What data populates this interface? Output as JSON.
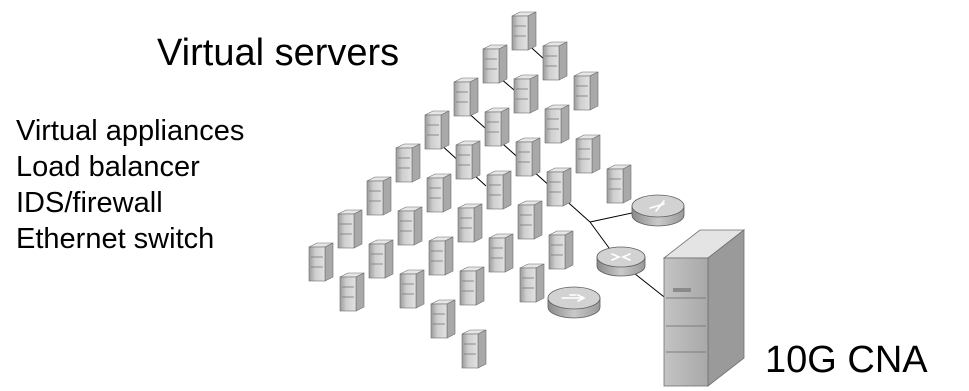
{
  "title": "Virtual servers",
  "appliances": [
    "Virtual appliances",
    "Load balancer",
    "IDS/firewall",
    "Ethernet switch"
  ],
  "adapter_label": "10G CNA",
  "icons": {
    "vm": "virtual-server-icon",
    "appliance": "network-appliance-icon",
    "server": "physical-server-icon"
  },
  "colors": {
    "server_light": "#d6d6d6",
    "server_mid": "#bdbdbd",
    "server_dark": "#8f8f8f",
    "link": "#000000"
  }
}
